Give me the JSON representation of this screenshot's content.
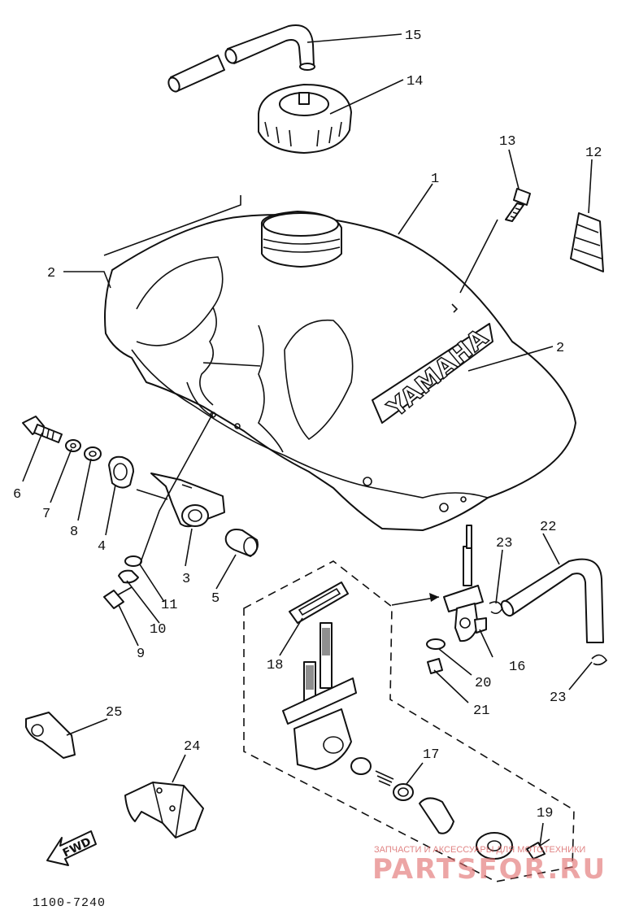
{
  "diagram": {
    "reference_code": "1100-7240",
    "tank_logo_text": "YAMAHA",
    "fwd_label": "FWD",
    "callouts": [
      {
        "id": "c15",
        "label": "15"
      },
      {
        "id": "c14",
        "label": "14"
      },
      {
        "id": "c13",
        "label": "13"
      },
      {
        "id": "c12",
        "label": "12"
      },
      {
        "id": "c1",
        "label": "1"
      },
      {
        "id": "c2a",
        "label": "2"
      },
      {
        "id": "c2b",
        "label": "2"
      },
      {
        "id": "c6",
        "label": "6"
      },
      {
        "id": "c7",
        "label": "7"
      },
      {
        "id": "c8",
        "label": "8"
      },
      {
        "id": "c4",
        "label": "4"
      },
      {
        "id": "c3",
        "label": "3"
      },
      {
        "id": "c5",
        "label": "5"
      },
      {
        "id": "c11",
        "label": "11"
      },
      {
        "id": "c10",
        "label": "10"
      },
      {
        "id": "c9",
        "label": "9"
      },
      {
        "id": "c18",
        "label": "18"
      },
      {
        "id": "c22",
        "label": "22"
      },
      {
        "id": "c23a",
        "label": "23"
      },
      {
        "id": "c16",
        "label": "16"
      },
      {
        "id": "c20",
        "label": "20"
      },
      {
        "id": "c21",
        "label": "21"
      },
      {
        "id": "c23b",
        "label": "23"
      },
      {
        "id": "c17",
        "label": "17"
      },
      {
        "id": "c19",
        "label": "19"
      },
      {
        "id": "c25",
        "label": "25"
      },
      {
        "id": "c24",
        "label": "24"
      }
    ]
  },
  "watermark": {
    "small_text": "ЗАПЧАСТИ И АКСЕССУАРЫ ДЛЯ МОТОТЕХНИКИ",
    "big_text": "PARTSFOR.RU",
    "accent_color": "#e06a6a"
  }
}
